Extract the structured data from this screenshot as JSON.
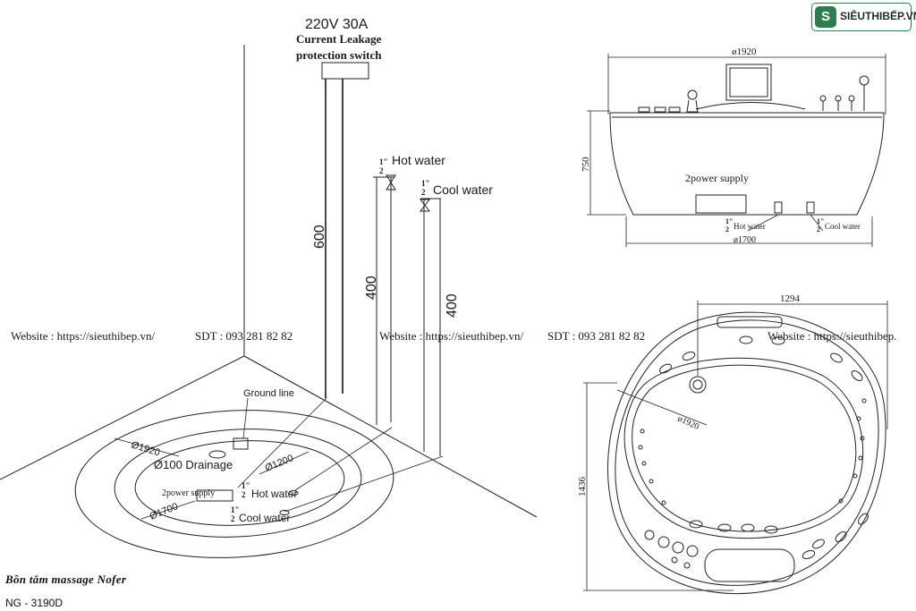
{
  "brand": {
    "logo_text": "SIÊUTHIBẾP.VN",
    "logo_mark": "S"
  },
  "watermark": {
    "website_1": "Website : https://sieuthibep.vn/",
    "phone_1": "SDT : 093 281 82 82",
    "website_2": "Website : https://sieuthibep.vn/",
    "phone_2": "SDT : 093 281 82 82",
    "website_3": "Website : https://sieuthibep."
  },
  "install": {
    "power_rating": "220V  30A",
    "switch_line_1": "Current  Leakage",
    "switch_line_2": "protection switch",
    "hot_water_size": "1\"",
    "hot_water_label": "Hot water",
    "cool_water_size": "1\"",
    "cool_water_label": "Cool water",
    "dim_600": "600",
    "dim_400_a": "400",
    "dim_400_b": "400",
    "ground_line": "Ground line",
    "dia_1920": "Ø1920",
    "dia_1700": "Ø1700",
    "dia_1200": "Ø1200",
    "drainage": "Ø100 Drainage",
    "power_supply": "2power supply",
    "floor_hot": "Hot water",
    "floor_cool": "Cool water",
    "fraction": "1\"",
    "fraction_denominator": "2"
  },
  "front_view": {
    "top_dim": "ø1920",
    "height_dim": "750",
    "power_supply": "2power supply",
    "hot_water": "Hot water",
    "cool_water": "Cool water",
    "bottom_dim": "ø1700",
    "fraction": "1\"",
    "fraction_denominator": "2"
  },
  "top_view": {
    "width_dim": "1294",
    "depth_dim": "1436",
    "inner_dia": "ø1920"
  },
  "caption": {
    "title": "Bồn tắm massage Nofer",
    "model": "NG - 3190D"
  }
}
